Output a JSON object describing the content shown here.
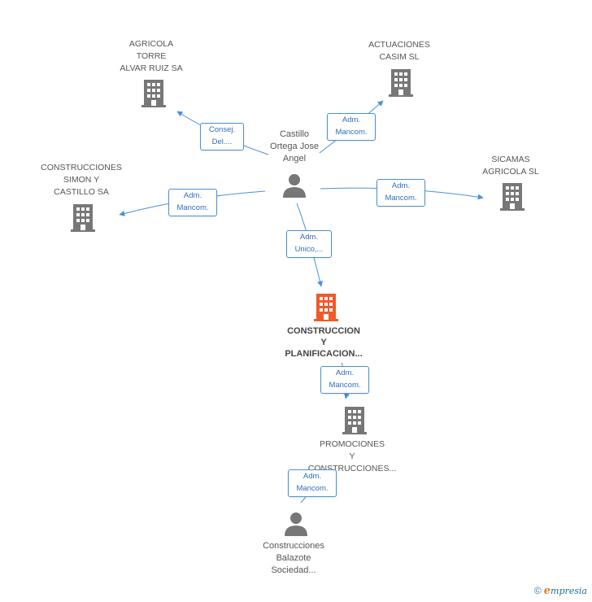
{
  "nodes": {
    "agricola": {
      "label": "AGRICOLA\nTORRE\nALVAR RUIZ SA"
    },
    "actuaciones": {
      "label": "ACTUACIONES\nCASIM SL"
    },
    "sicamas": {
      "label": "SICAMAS\nAGRICOLA SL"
    },
    "simon": {
      "label": "CONSTRUCCIONES\nSIMON Y\nCASTILLO SA"
    },
    "castillo": {
      "label": "Castillo\nOrtega Jose\nAngel"
    },
    "main": {
      "label": "CONSTRUCCION\nY\nPLANIFICACION..."
    },
    "promociones": {
      "label": "PROMOCIONES\nY\nCONSTRUCCIONES..."
    },
    "balazote": {
      "label": "Construcciones\nBalazote\nSociedad..."
    }
  },
  "edges": {
    "consej": "Consej.\nDel....",
    "adm_actuaciones": "Adm.\nMancom.",
    "adm_sicamas": "Adm.\nMancom.",
    "adm_simon": "Adm.\nMancom.",
    "adm_unico": "Adm.\nUnico,...",
    "adm_promociones": "Adm.\nMancom.",
    "adm_balazote": "Adm.\nMancom."
  },
  "colors": {
    "building": "#777777",
    "building_main": "#f05a28",
    "person": "#777777",
    "edge": "#4a90d9"
  },
  "footer": {
    "copyright": "©",
    "brand_e": "e",
    "brand_rest": "mpresia"
  }
}
